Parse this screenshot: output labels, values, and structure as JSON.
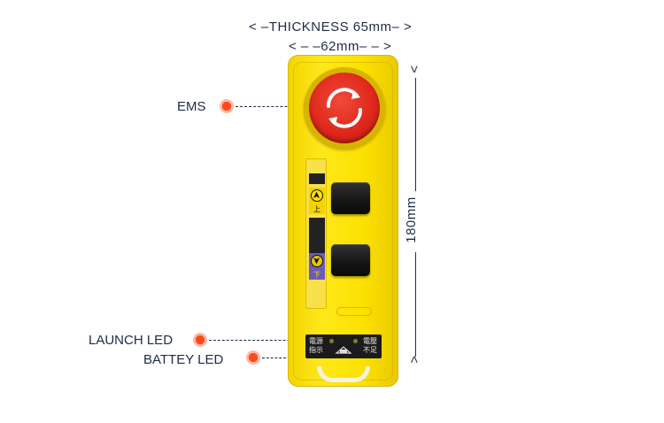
{
  "dimensions": {
    "thickness": "THICKNESS 65mm",
    "width": "62mm",
    "height": "180mm"
  },
  "callouts": {
    "ems": "EMS",
    "launch_led": "LAUNCH LED",
    "battery_led": "BATTEY LED"
  },
  "device": {
    "up_glyph": "上",
    "down_glyph": "下",
    "panel_left_text": "電源指示",
    "panel_right_text": "電壓不足"
  },
  "colors": {
    "body": "#ffe81a",
    "ems": "#e0281c",
    "callout_dot": "#ff4a1c",
    "text": "#1f2a44",
    "down_badge": "#6c5bb5"
  }
}
